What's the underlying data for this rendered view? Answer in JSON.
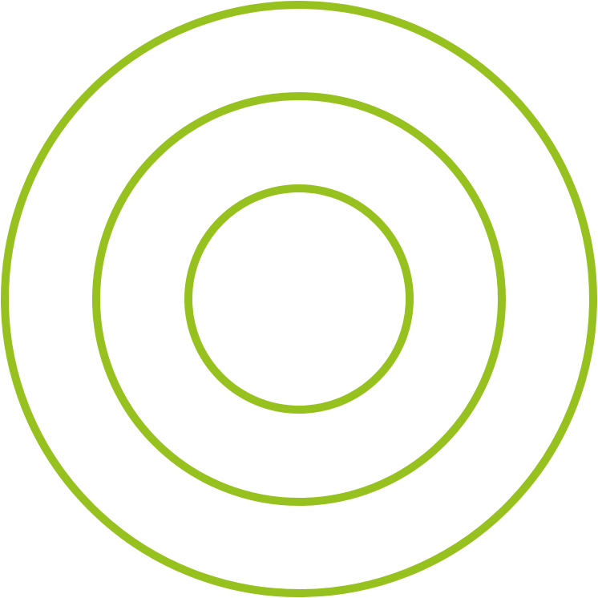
{
  "diagram": {
    "type": "concentric-circles",
    "ring_count": 3,
    "ring_color": "#96c11f",
    "background_color": "#ffffff",
    "rings": [
      {
        "name": "outer-ring"
      },
      {
        "name": "middle-ring"
      },
      {
        "name": "inner-ring"
      }
    ]
  }
}
